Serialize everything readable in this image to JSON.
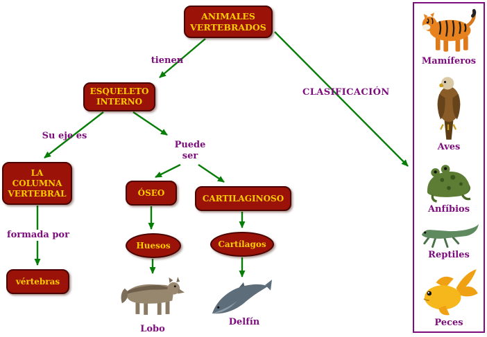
{
  "colors": {
    "node_fill": "#9b1209",
    "node_border": "#4a0400",
    "node_text": "#ffcc00",
    "arrow": "#067d06",
    "label": "#7d0c7d",
    "panel_border": "#7d0c7d",
    "background": "#ffffff"
  },
  "nodes": {
    "root": "ANIMALES\nVERTEBRADOS",
    "esqueleto_interno": "ESQUELETO\nINTERNO",
    "columna_vertebral": "LA\nCOLUMNA\nVERTEBRAL",
    "oseo": "ÓSEO",
    "cartilaginoso": "CARTILAGINOSO",
    "huesos": "Huesos",
    "cartilagos": "Cartílagos",
    "vertebras": "vértebras"
  },
  "edge_labels": {
    "tienen": "tienen",
    "clasificacion": "CLASIFICACIÓN",
    "su_eje_es": "Su eje es",
    "puede_ser": "Puede\nser",
    "formada_por": "formada por"
  },
  "examples": {
    "lobo": "Lobo",
    "delfin": "Delfín"
  },
  "classification_panel": {
    "items": [
      {
        "label": "Mamíferos",
        "icon": "tiger-icon"
      },
      {
        "label": "Aves",
        "icon": "eagle-icon"
      },
      {
        "label": "Anfíbios",
        "icon": "frog-icon"
      },
      {
        "label": "Reptiles",
        "icon": "lizard-icon"
      },
      {
        "label": "Peces",
        "icon": "fish-icon"
      }
    ]
  }
}
